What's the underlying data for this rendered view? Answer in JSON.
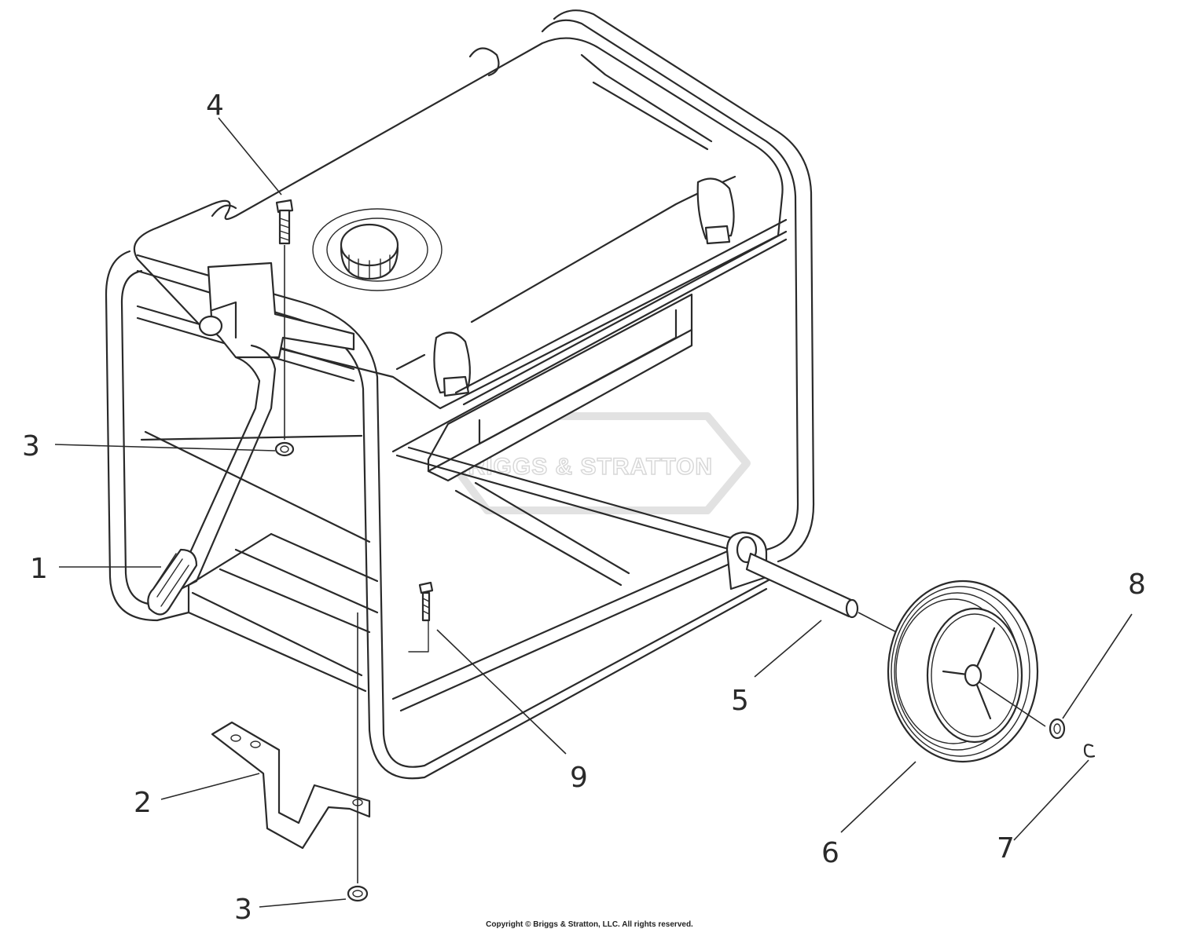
{
  "diagram": {
    "watermark": "BRIGGS & STRATTON",
    "callouts": [
      {
        "id": "1",
        "label": "1"
      },
      {
        "id": "2",
        "label": "2"
      },
      {
        "id": "3a",
        "label": "3"
      },
      {
        "id": "3b",
        "label": "3"
      },
      {
        "id": "4",
        "label": "4"
      },
      {
        "id": "5",
        "label": "5"
      },
      {
        "id": "6",
        "label": "6"
      },
      {
        "id": "7",
        "label": "7"
      },
      {
        "id": "8",
        "label": "8"
      },
      {
        "id": "9",
        "label": "9"
      }
    ]
  },
  "footer": {
    "copyright": "Copyright © Briggs & Stratton, LLC. All rights reserved."
  }
}
